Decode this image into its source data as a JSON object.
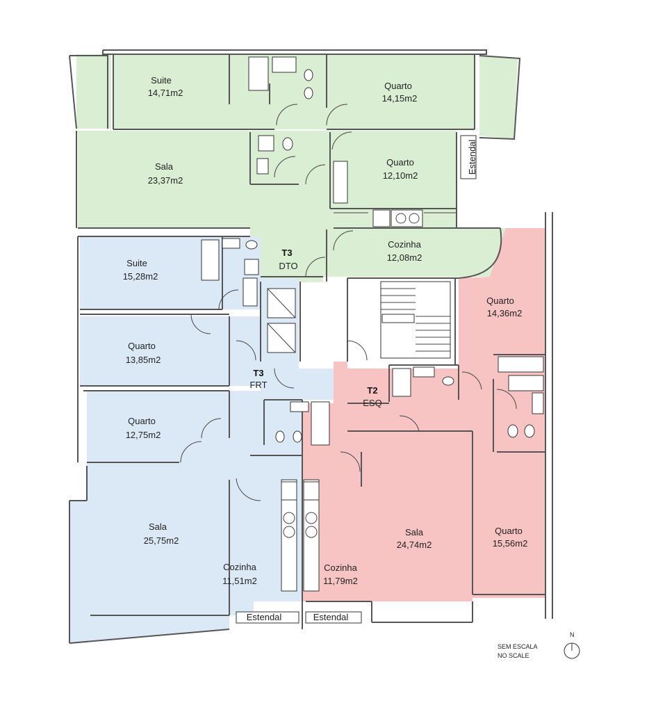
{
  "units": {
    "t3_dto": {
      "name": "T3",
      "side": "DTO"
    },
    "t3_frt": {
      "name": "T3",
      "side": "FRT"
    },
    "t2_esq": {
      "name": "T2",
      "side": "ESQ"
    }
  },
  "rooms": {
    "dto_suite": {
      "name": "Suite",
      "area": "14,71m2"
    },
    "dto_quarto1": {
      "name": "Quarto",
      "area": "14,15m2"
    },
    "dto_sala": {
      "name": "Sala",
      "area": "23,37m2"
    },
    "dto_quarto2": {
      "name": "Quarto",
      "area": "12,10m2"
    },
    "dto_cozinha": {
      "name": "Cozinha",
      "area": "12,08m2"
    },
    "frt_suite": {
      "name": "Suite",
      "area": "15,28m2"
    },
    "frt_quarto1": {
      "name": "Quarto",
      "area": "13,85m2"
    },
    "frt_quarto2": {
      "name": "Quarto",
      "area": "12,75m2"
    },
    "frt_sala": {
      "name": "Sala",
      "area": "25,75m2"
    },
    "frt_cozinha": {
      "name": "Cozinha",
      "area": "11,51m2"
    },
    "esq_quarto1": {
      "name": "Quarto",
      "area": "14,36m2"
    },
    "esq_sala": {
      "name": "Sala",
      "area": "24,74m2"
    },
    "esq_quarto2": {
      "name": "Quarto",
      "area": "15,56m2"
    },
    "esq_cozinha": {
      "name": "Cozinha",
      "area": "11,79m2"
    }
  },
  "estendal": [
    "Estendal",
    "Estendal",
    "Estendal"
  ],
  "scale_note": [
    "SEM ESCALA",
    "NO SCALE"
  ],
  "north": "N",
  "colors": {
    "dto": "#d9eed3",
    "frt": "#dbe9f7",
    "esq": "#f7c3c3"
  }
}
